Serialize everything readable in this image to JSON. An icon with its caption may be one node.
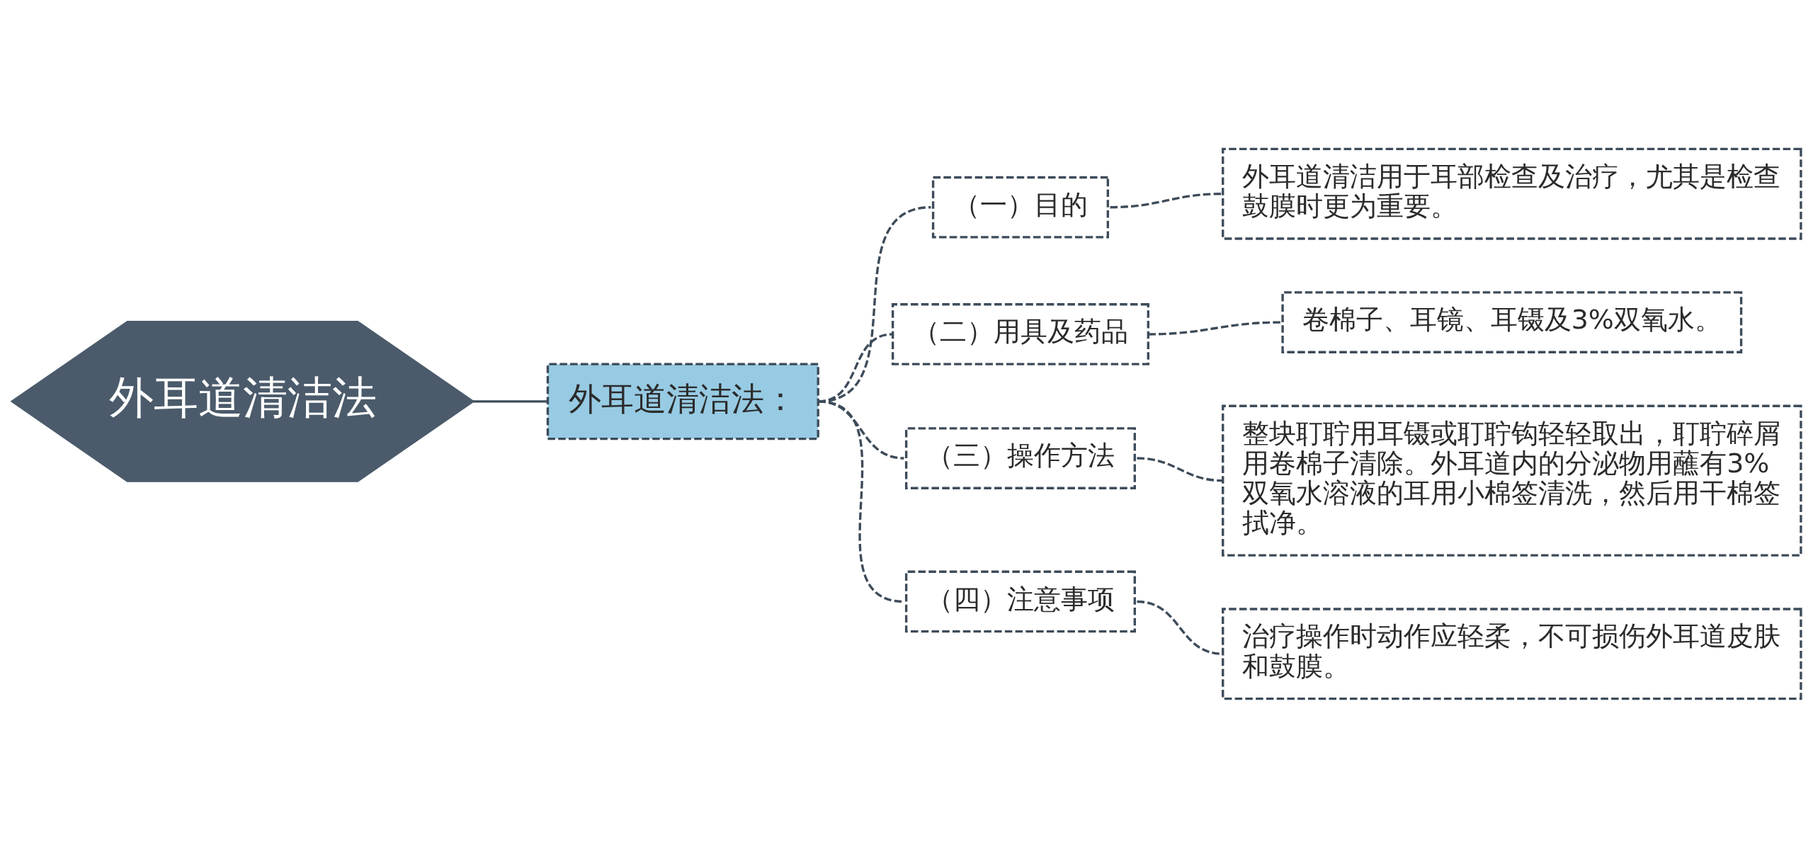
{
  "diagram": {
    "nodes": [
      {
        "text": [
          "外耳道清洁法"
        ]
      },
      {
        "text": [
          "外耳道清洁法："
        ]
      },
      {
        "text": [
          "（一）目的"
        ]
      },
      {
        "text": [
          "外耳道清洁用于耳部检查及治疗，尤其是检查鼓膜时更为重要。"
        ]
      },
      {
        "text": [
          "（二）用具及药品"
        ]
      },
      {
        "text": [
          "卷棉子、耳镜、耳镊及3%双氧水。"
        ]
      },
      {
        "text": [
          "（三）操作方法"
        ]
      },
      {
        "text": [
          "整块耵聍用耳镊或耵聍钩轻轻取出，耵聍碎屑用卷棉子清除。外耳道内的分泌物用蘸有3%双氧水溶液的耳用小棉签清洗，然后用干棉签拭净。"
        ]
      },
      {
        "text": [
          "（四）注意事项"
        ]
      },
      {
        "text": [
          "治疗操作时动作应轻柔，不可损伤外耳道皮肤和鼓膜。"
        ]
      }
    ],
    "edges": [
      {
        "from": 0,
        "to": 1,
        "arrow": "none"
      },
      {
        "from": 1,
        "to": 2,
        "arrow": "none",
        "style": "dashed"
      },
      {
        "from": 1,
        "to": 4,
        "arrow": "none",
        "style": "dashed"
      },
      {
        "from": 1,
        "to": 6,
        "arrow": "none",
        "style": "dashed"
      },
      {
        "from": 1,
        "to": 8,
        "arrow": "none",
        "style": "dashed"
      },
      {
        "from": 2,
        "to": 3,
        "arrow": "none",
        "style": "dashed"
      },
      {
        "from": 4,
        "to": 5,
        "arrow": "none",
        "style": "dashed"
      },
      {
        "from": 6,
        "to": 7,
        "arrow": "none",
        "style": "dashed"
      },
      {
        "from": 8,
        "to": 9,
        "arrow": "none",
        "style": "dashed"
      }
    ]
  }
}
